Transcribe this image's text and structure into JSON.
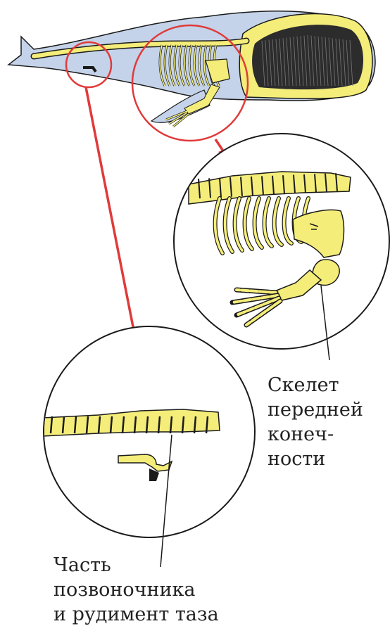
{
  "colors": {
    "body": "#c4d3e9",
    "bone": "#f4ed79",
    "outline": "#1a1a1a",
    "highlight": "#e03a3a",
    "baleen": "#2c2c2c"
  },
  "labels": {
    "forelimb": [
      "Скелет",
      "передней",
      "конеч-",
      "ности"
    ],
    "spine_pelvis": [
      "Часть",
      "позвоночника",
      "и рудимент таза"
    ]
  }
}
